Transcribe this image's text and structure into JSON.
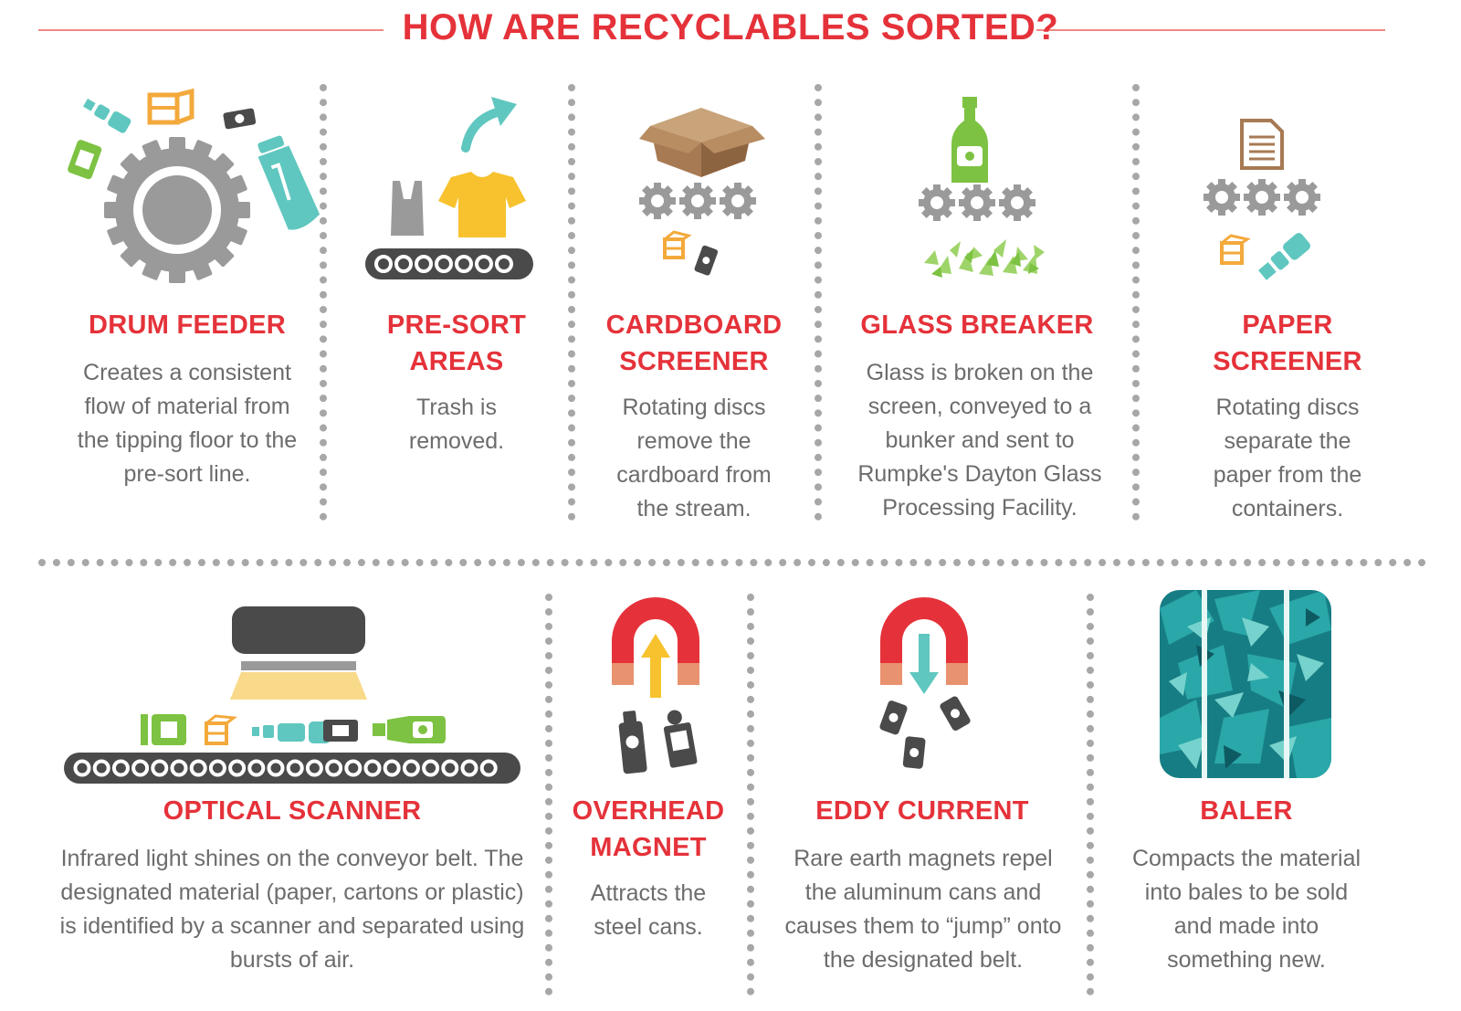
{
  "title": "HOW ARE RECYCLABLES SORTED?",
  "colors": {
    "accent_red": "#e5323a",
    "gear_gray": "#9a9a9a",
    "dark_gray": "#4a4a4a",
    "teal": "#5fc7bf",
    "yellow": "#f7c22e",
    "orange": "#f3a93b",
    "green": "#7dc242",
    "brown": "#a77a53",
    "salmon": "#e8926f"
  },
  "steps": [
    {
      "title": "DRUM FEEDER",
      "description": "Creates a consistent flow of material from the tipping floor to the pre-sort line.",
      "icon": "drum-feeder-icon"
    },
    {
      "title": "PRE-SORT AREAS",
      "description": "Trash is removed.",
      "icon": "pre-sort-icon"
    },
    {
      "title": "CARDBOARD SCREENER",
      "description": "Rotating discs remove the cardboard from the stream.",
      "icon": "cardboard-screener-icon"
    },
    {
      "title": "GLASS BREAKER",
      "description": "Glass is broken on the screen, conveyed to a bunker and sent to Rumpke's Dayton Glass Processing Facility.",
      "icon": "glass-breaker-icon"
    },
    {
      "title": "PAPER SCREENER",
      "description": "Rotating discs separate the paper from the containers.",
      "icon": "paper-screener-icon"
    },
    {
      "title": "OPTICAL SCANNER",
      "description": "Infrared light shines on the conveyor belt. The designated material (paper, cartons or plastic) is identified by a scanner and separated using bursts of air.",
      "icon": "optical-scanner-icon"
    },
    {
      "title": "OVERHEAD MAGNET",
      "description": "Attracts the steel cans.",
      "icon": "overhead-magnet-icon"
    },
    {
      "title": "EDDY CURRENT",
      "description": "Rare earth magnets repel the aluminum cans and causes them to “jump” onto the designated belt.",
      "icon": "eddy-current-icon"
    },
    {
      "title": "BALER",
      "description": "Compacts the material into bales to be sold and made into something new.",
      "icon": "baler-icon"
    }
  ]
}
